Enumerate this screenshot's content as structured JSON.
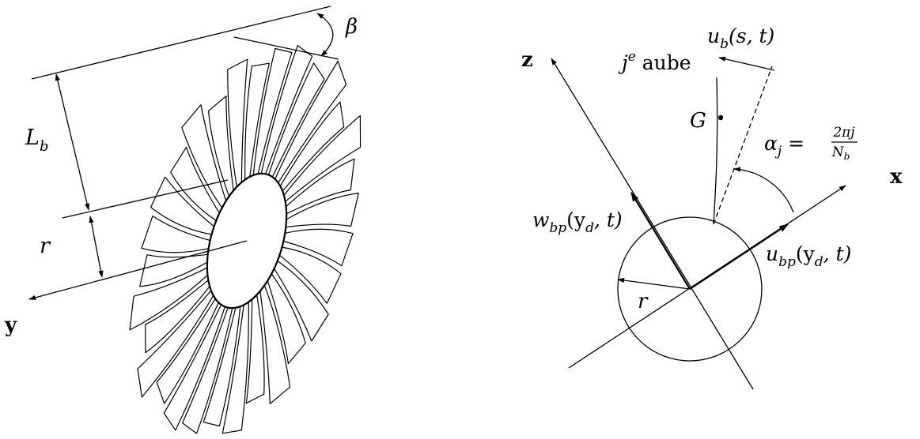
{
  "left_figure": {
    "beta_label": "β",
    "Lb_label": {
      "main": "L",
      "sub": "b"
    },
    "r_label": "r",
    "y_axis_label": "y"
  },
  "right_figure": {
    "z_axis_label": "z",
    "x_axis_label": "x",
    "ub_label": {
      "main": "u",
      "sub": "b",
      "args": "(s, t)"
    },
    "blade_label": {
      "j": "j",
      "sup": "e",
      "word": " aube"
    },
    "G_label": "G",
    "alpha_label": {
      "main": "α",
      "sub": "j",
      "eq": " = ",
      "num": "2πj",
      "den_main": "N",
      "den_sub": "b"
    },
    "wbp_label": {
      "main": "w",
      "sub": "bp",
      "args_open": "(y",
      "args_sub": "d",
      "args_close": ", t)"
    },
    "ubp_label": {
      "main": "u",
      "sub": "bp",
      "args_open": "(y",
      "args_sub": "d",
      "args_close": ", t)"
    },
    "r_label": "r"
  }
}
